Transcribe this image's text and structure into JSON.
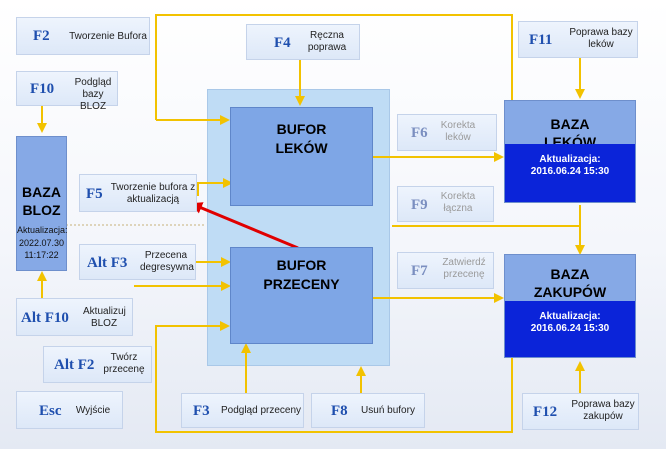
{
  "keys": {
    "f2": {
      "key": "F2",
      "label": "Tworzenie Bufora"
    },
    "f10": {
      "key": "F10",
      "label": "Podgląd bazy BLOZ"
    },
    "f4": {
      "key": "F4",
      "label": "Ręczna poprawa"
    },
    "f11": {
      "key": "F11",
      "label": "Poprawa bazy leków"
    },
    "f6": {
      "key": "F6",
      "label": "Korekta leków"
    },
    "f5": {
      "key": "F5",
      "label": "Tworzenie bufora z aktualizacją"
    },
    "f9": {
      "key": "F9",
      "label": "Korekta łączna"
    },
    "alt_f3": {
      "key": "Alt F3",
      "label": "Przecena degresywna"
    },
    "f7": {
      "key": "F7",
      "label": "Zatwierdź przecenę"
    },
    "alt_f10": {
      "key": "Alt F10",
      "label": "Aktualizuj BLOZ"
    },
    "alt_f2": {
      "key": "Alt F2",
      "label": "Twórz przecenę"
    },
    "esc": {
      "key": "Esc",
      "label": "Wyjście"
    },
    "f3": {
      "key": "F3",
      "label": "Podgląd przeceny"
    },
    "f8": {
      "key": "F8",
      "label": "Usuń bufory"
    },
    "f12": {
      "key": "F12",
      "label": "Poprawa bazy zakupów"
    }
  },
  "bufor_lekow": "BUFOR LEKÓW",
  "bufor_przeceny": "BUFOR PRZECENY",
  "baza_bloz": {
    "title": "BAZA BLOZ",
    "update_label": "Aktualizacja:",
    "update_value": "2022.07.30 11:17:22"
  },
  "baza_lekow": {
    "title": "BAZA LEKÓW",
    "update_label": "Aktualizacja:",
    "update_value": "2016.06.24 15:30"
  },
  "baza_zakupow": {
    "title": "BAZA ZAKUPÓW",
    "update_label": "Aktualizacja:",
    "update_value": "2016.06.24 15:30"
  },
  "colors": {
    "arrow": "#f2c200",
    "highlight_arrow": "#e00000",
    "panel": "#bfdcf5",
    "buffer": "#7ea6e6",
    "update_bar": "#0b24d9",
    "key_text": "#1f4fae"
  }
}
